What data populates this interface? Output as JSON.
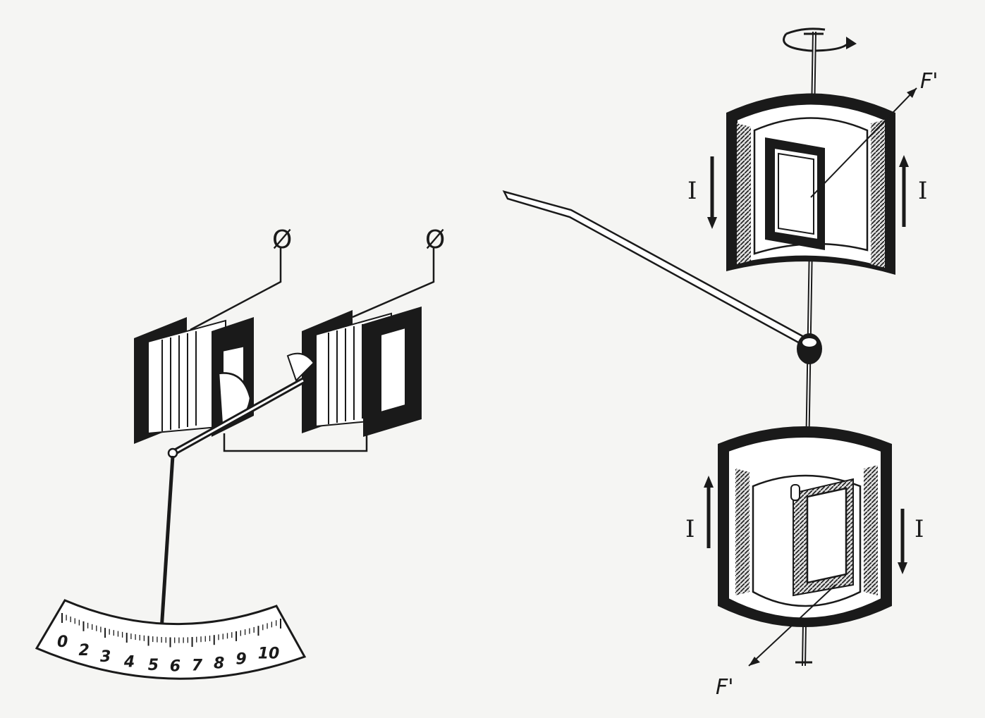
{
  "left_assembly": {
    "terminals": [
      "Ø",
      "Ø"
    ],
    "scale": {
      "labels": [
        "0",
        "2",
        "3",
        "4",
        "5",
        "6",
        "7",
        "8",
        "9",
        "10"
      ],
      "pointer_value": 4.4
    }
  },
  "right_assembly": {
    "current_label": "I",
    "force_label": "F'"
  },
  "colors": {
    "ink": "#1a1a1a",
    "paper": "#f5f5f3"
  }
}
